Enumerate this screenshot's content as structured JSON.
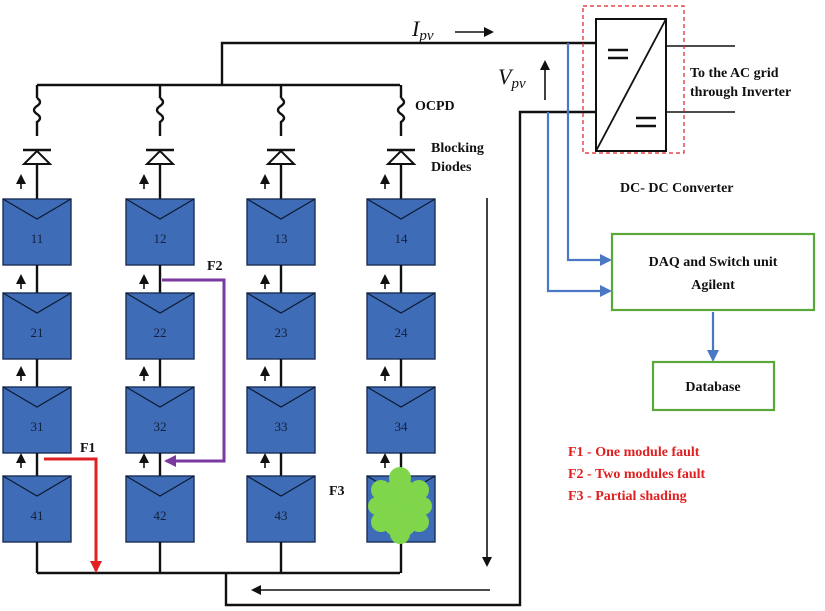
{
  "labels": {
    "current_symbol": "I",
    "current_subscript": "pv",
    "voltage_symbol": "V",
    "voltage_subscript": "pv",
    "ocpd": "OCPD",
    "blocking_line1": "Blocking",
    "blocking_line2": "Diodes",
    "ac_grid_line1": "To the AC grid",
    "ac_grid_line2": "through Inverter",
    "converter": "DC- DC Converter",
    "f1": "F1",
    "f2": "F2",
    "f3": "F3"
  },
  "daq": {
    "line1": "DAQ and Switch unit",
    "line2": "Agilent"
  },
  "database": {
    "label": "Database"
  },
  "legend": [
    "F1 - One module fault",
    "F2 - Two modules fault",
    "F3 - Partial shading"
  ],
  "modules": [
    [
      "11",
      "12",
      "13",
      "14"
    ],
    [
      "21",
      "22",
      "23",
      "24"
    ],
    [
      "31",
      "32",
      "33",
      "34"
    ],
    [
      "41",
      "42",
      "43",
      ""
    ]
  ],
  "colors": {
    "module_fill": "#3f6cb6",
    "measurement_wire": "#4a78c4",
    "box_border": "#5aa83a",
    "converter_border": "#e02020",
    "fault_f1": "#e02020",
    "fault_f2": "#7a3aa0",
    "shading": "#7fd64a",
    "legend_text": "#e02020"
  }
}
